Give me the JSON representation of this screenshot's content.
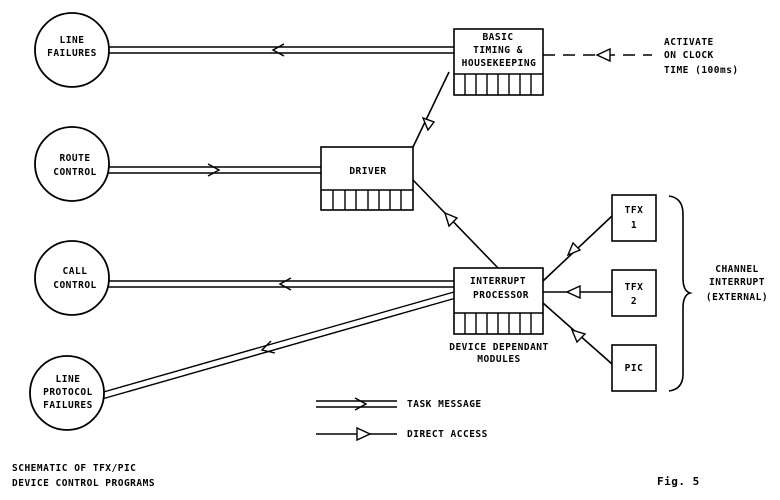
{
  "nodes": {
    "line_failures": [
      "LINE",
      "FAILURES"
    ],
    "route_control": [
      "ROUTE",
      "CONTROL"
    ],
    "call_control": [
      "CALL",
      "CONTROL"
    ],
    "line_protocol_failures": [
      "LINE",
      "PROTOCOL",
      "FAILURES"
    ],
    "basic_timing": [
      "BASIC",
      "TIMING &",
      "HOUSEKEEPING"
    ],
    "driver": [
      "DRIVER"
    ],
    "interrupt_processor": [
      "INTERRUPT",
      "PROCESSOR"
    ],
    "tfx1": [
      "TFX",
      "1"
    ],
    "tfx2": [
      "TFX",
      "2"
    ],
    "pic": [
      "PIC"
    ]
  },
  "labels": {
    "activate": [
      "ACTIVATE",
      "ON CLOCK",
      "TIME (100ms)"
    ],
    "device_modules": [
      "DEVICE DEPENDANT",
      "MODULES"
    ],
    "channel_interrupt": [
      "CHANNEL",
      "INTERRUPT",
      "(EXTERNAL)"
    ]
  },
  "legend": {
    "task_message": "TASK MESSAGE",
    "direct_access": "DIRECT ACCESS"
  },
  "caption": [
    "SCHEMATIC OF TFX/PIC",
    "DEVICE CONTROL PROGRAMS"
  ],
  "figure_label": "Fig. 5"
}
